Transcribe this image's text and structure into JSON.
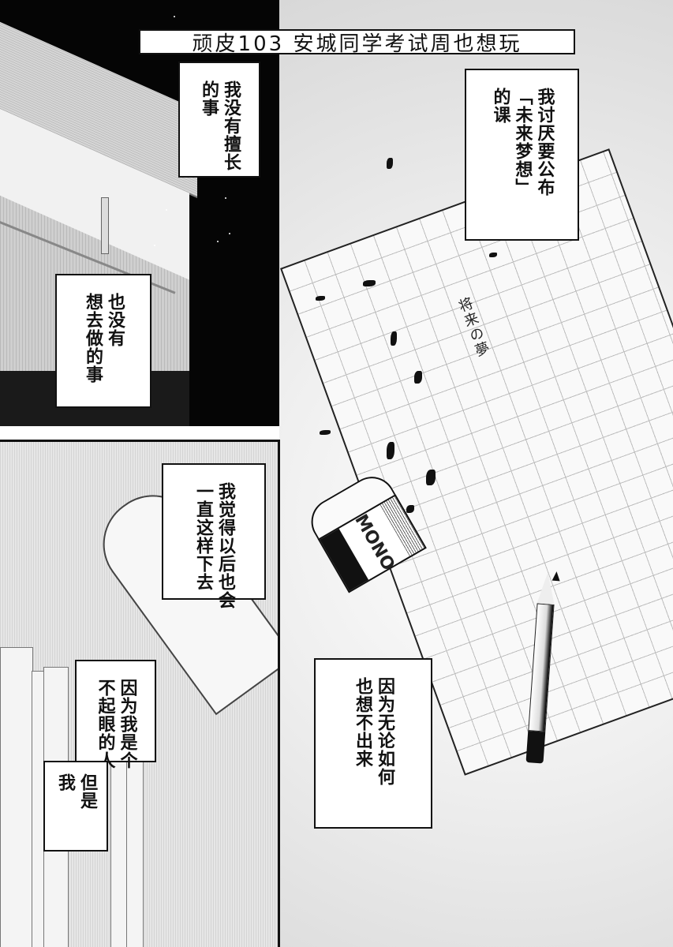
{
  "title": "顽皮103 安城同学考试周也想玩",
  "captions": {
    "no_talent": "我没有擅长\n的事",
    "hate_class": "我讨厌要公布\n「未来梦想」\n的课",
    "nothing_to_do": "也没有\n想去做的事",
    "stay_like_this": "我觉得以后也会\n一直这样下去",
    "cant_think": "因为无论如何\n也想不出来",
    "inconspicuous": "因为我是个\n不起眼的人",
    "but_me": "但是\n我"
  },
  "paper": {
    "heading": "将来の夢"
  },
  "eraser": {
    "brand": "MONO"
  },
  "colors": {
    "ink": "#111111",
    "paper": "#ffffff",
    "night": "#050505"
  }
}
